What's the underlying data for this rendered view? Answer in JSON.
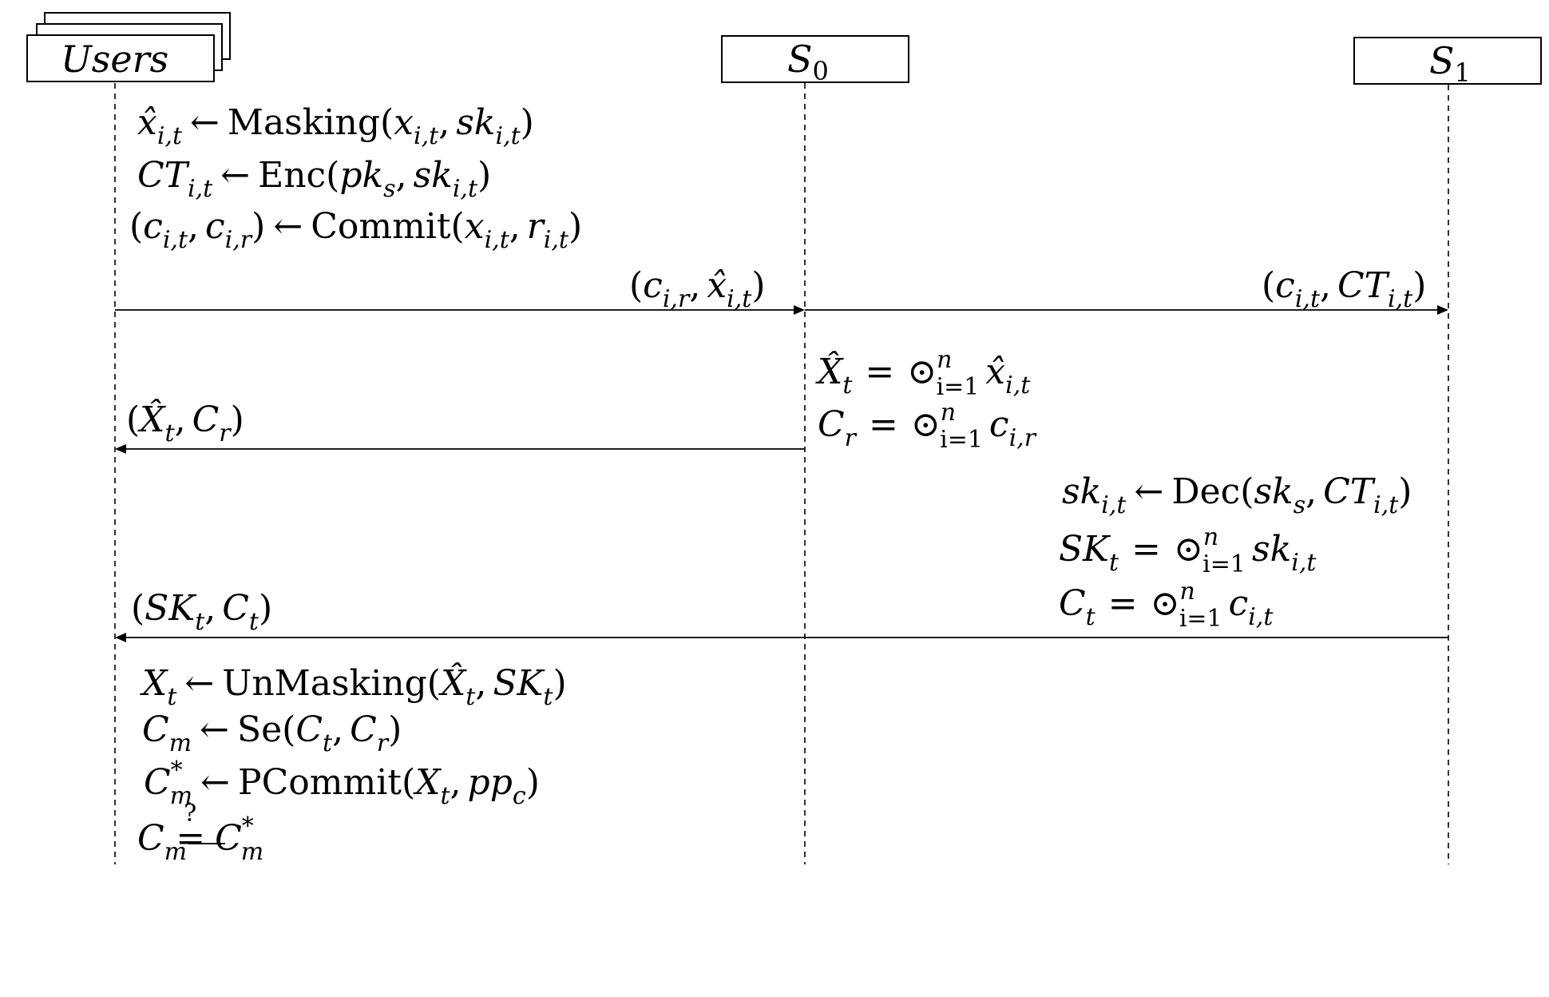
{
  "participants": {
    "users": {
      "label": "Users"
    },
    "s0": {
      "label": "S",
      "sub": "0"
    },
    "s1": {
      "label": "S",
      "sub": "1"
    }
  },
  "user_step1": {
    "line1": {
      "a": "x̂",
      "a_sub": "i,t",
      "op": "←",
      "fn": "Masking(",
      "b": "x",
      "b_sub": "i,t",
      "sep": ",",
      "c": "sk",
      "c_sub": "i,t",
      "close": ")"
    },
    "line2": {
      "a": "CT",
      "a_sub": "i,t",
      "op": "←",
      "fn": "Enc(",
      "b": "pk",
      "b_sub": "s",
      "sep": ",",
      "c": "sk",
      "c_sub": "i,t",
      "close": ")"
    },
    "line3": {
      "open": "(",
      "a": "c",
      "a_sub": "i,t",
      "sep1": ",",
      "b": "c",
      "b_sub": "i,r",
      "close1": ")",
      "op": "←",
      "fn": "Commit(",
      "c": "x",
      "c_sub": "i,t",
      "sep2": ",",
      "d": "r",
      "d_sub": "i,t",
      "close2": ")"
    }
  },
  "msg_to_s0": {
    "open": "(",
    "a": "c",
    "a_sub": "i,r",
    "sep": ",",
    "b": "x̂",
    "b_sub": "i,t",
    "close": ")"
  },
  "msg_to_s1": {
    "open": "(",
    "a": "c",
    "a_sub": "i,t",
    "sep": ",",
    "b": "CT",
    "b_sub": "i,t",
    "close": ")"
  },
  "s0_compute": {
    "line1": {
      "a": "X̂",
      "a_sub": "t",
      "eq": "=",
      "op": "⊙",
      "sup": "n",
      "sub": "i=1",
      "b": "x̂",
      "b_sub": "i,t"
    },
    "line2": {
      "a": "C",
      "a_sub": "r",
      "eq": "=",
      "op": "⊙",
      "sup": "n",
      "sub": "i=1",
      "b": "c",
      "b_sub": "i,r"
    }
  },
  "msg_s0_to_users": {
    "open": "(",
    "a": "X̂",
    "a_sub": "t",
    "sep": ",",
    "b": "C",
    "b_sub": "r",
    "close": ")"
  },
  "s1_compute": {
    "line1": {
      "a": "sk",
      "a_sub": "i,t",
      "op": "←",
      "fn": "Dec(",
      "b": "sk",
      "b_sub": "s",
      "sep": ",",
      "c": "CT",
      "c_sub": "i,t",
      "close": ")"
    },
    "line2": {
      "a": "SK",
      "a_sub": "t",
      "eq": "=",
      "op": "⊙",
      "sup": "n",
      "sub": "i=1",
      "b": "sk",
      "b_sub": "i,t"
    },
    "line3": {
      "a": "C",
      "a_sub": "t",
      "eq": "=",
      "op": "⊙",
      "sup": "n",
      "sub": "i=1",
      "b": "c",
      "b_sub": "i,t"
    }
  },
  "msg_s1_to_users": {
    "open": "(",
    "a": "SK",
    "a_sub": "t",
    "sep": ",",
    "b": "C",
    "b_sub": "t",
    "close": ")"
  },
  "user_step2": {
    "line1": {
      "a": "X",
      "a_sub": "t",
      "op": "←",
      "fn": "UnMasking(",
      "b": "X̂",
      "b_sub": "t",
      "sep": ",",
      "c": "SK",
      "c_sub": "t",
      "close": ")"
    },
    "line2": {
      "a": "C",
      "a_sub": "m",
      "op": "←",
      "fn": "Se(",
      "b": "C",
      "b_sub": "t",
      "sep": ",",
      "c": "C",
      "c_sub": "r",
      "close": ")"
    },
    "line3": {
      "a": "C",
      "a_sub": "m",
      "a_sup": "*",
      "op": "←",
      "fn": "PCommit(",
      "b": "X",
      "b_sub": "t",
      "sep": ",",
      "c": "pp",
      "c_sub": "c",
      "close": ")"
    },
    "line4": {
      "a": "C",
      "a_sub": "m",
      "q": "?",
      "eqv": "=",
      "b": "C",
      "b_sub": "m",
      "b_sup": "*"
    }
  }
}
